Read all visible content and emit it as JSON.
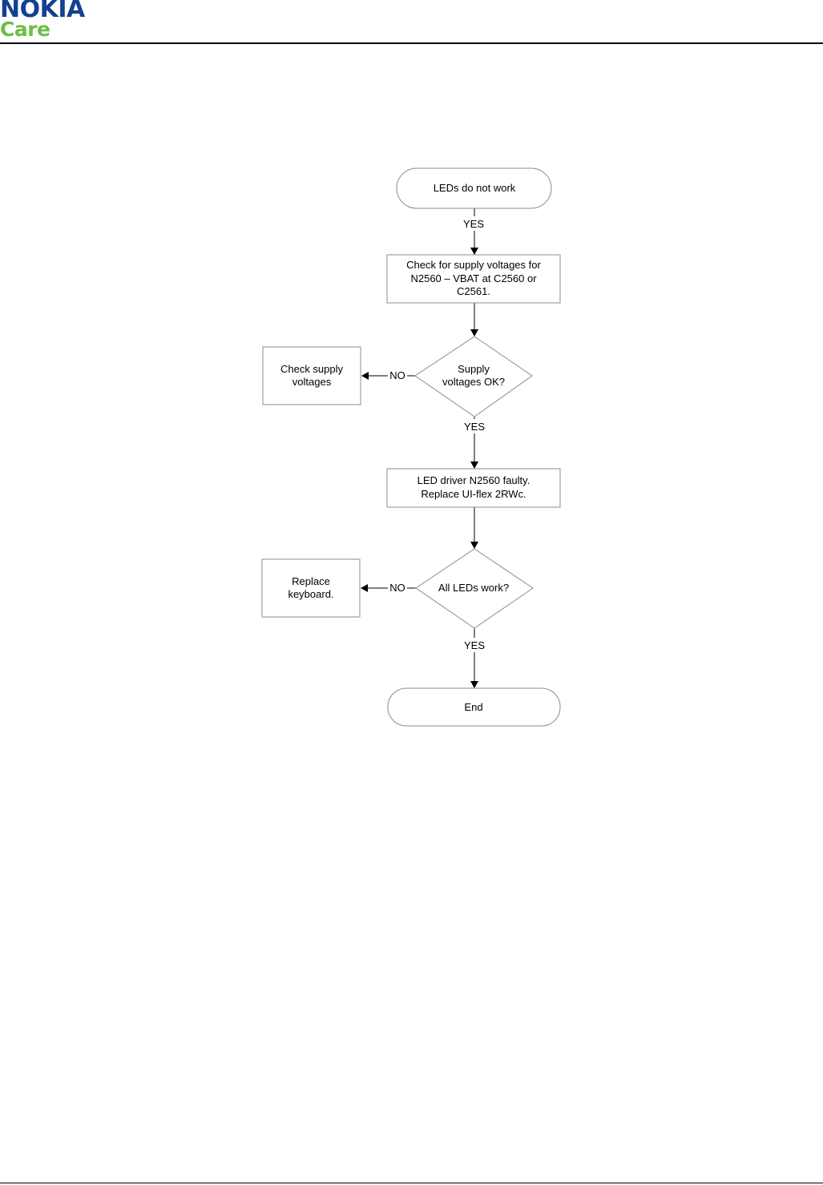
{
  "brand": {
    "logo_word": "NOKIA",
    "sub_word": "Care",
    "logo_color": "#124191",
    "sub_color": "#6cbf45"
  },
  "flowchart": {
    "start": "LEDs do not work",
    "edge_start_yes": "YES",
    "step_check_line1": "Check for supply voltages for",
    "step_check_line2": "N2560 – VBAT at C2560 or",
    "step_check_line3": "C2561.",
    "decision_supply_line1": "Supply",
    "decision_supply_line2": "voltages OK?",
    "edge_supply_no": "NO",
    "check_supply_line1": "Check supply",
    "check_supply_line2": "voltages",
    "edge_supply_yes": "YES",
    "led_driver_line1": "LED driver N2560 faulty.",
    "led_driver_line2": "Replace UI-flex 2RWc.",
    "decision_leds": "All LEDs work?",
    "edge_leds_no": "NO",
    "replace_keyboard_line1": "Replace",
    "replace_keyboard_line2": "keyboard.",
    "edge_leds_yes": "YES",
    "end": "End"
  }
}
